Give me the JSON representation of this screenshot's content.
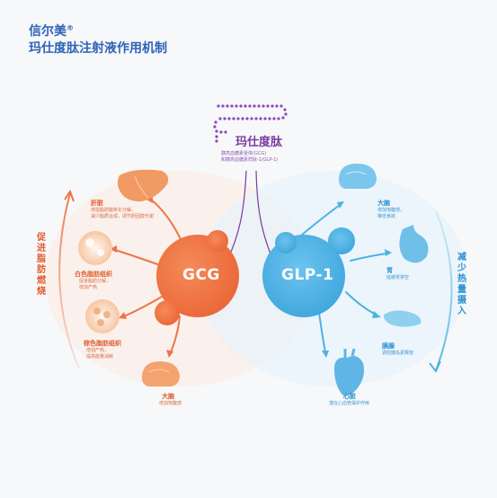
{
  "header": {
    "brand": "信尔美",
    "brand_mark": "®",
    "subtitle": "玛仕度肽注射液作用机制"
  },
  "center": {
    "name": "玛仕度肽",
    "desc_line1": "胰高血糖素受体(GCG)",
    "desc_line2": "和胰高血糖素样肽-1(GLP-1)"
  },
  "nodes": {
    "gcg": "GCG",
    "glp1": "GLP-1"
  },
  "left_side_label": "促进脂肪燃烧",
  "right_side_label": "减少热量摄入",
  "gcg_targets": [
    {
      "name": "肝脏",
      "desc1": "增强脂肪酸氧化分解，",
      "desc2": "减少脂质合成，调节胆固醇代谢"
    },
    {
      "name": "白色脂肪组织",
      "desc1": "促进脂肪分解，",
      "desc2": "增加产热"
    },
    {
      "name": "棕色脂肪组织",
      "desc1": "增强产热，",
      "desc2": "提高能量消耗"
    },
    {
      "name": "大脑",
      "desc1": "增加饱腹感",
      "desc2": ""
    }
  ],
  "glp1_targets": [
    {
      "name": "大脑",
      "desc1": "增加饱腹感，",
      "desc2": "降低食欲"
    },
    {
      "name": "胃",
      "desc1": "延缓胃排空",
      "desc2": ""
    },
    {
      "name": "胰腺",
      "desc1": "调控胰岛素释放",
      "desc2": ""
    },
    {
      "name": "心脏",
      "desc1": "潜在心血管保护作用",
      "desc2": ""
    }
  ],
  "colors": {
    "orange": "#ee7446",
    "blue": "#4fb2e3",
    "purple": "#7a3aa0",
    "title": "#2f63b6"
  },
  "icons": [
    "peptide-chain-icon",
    "liver-icon",
    "white-fat-icon",
    "brown-fat-icon",
    "brain-icon",
    "stomach-icon",
    "pancreas-icon",
    "heart-icon"
  ]
}
